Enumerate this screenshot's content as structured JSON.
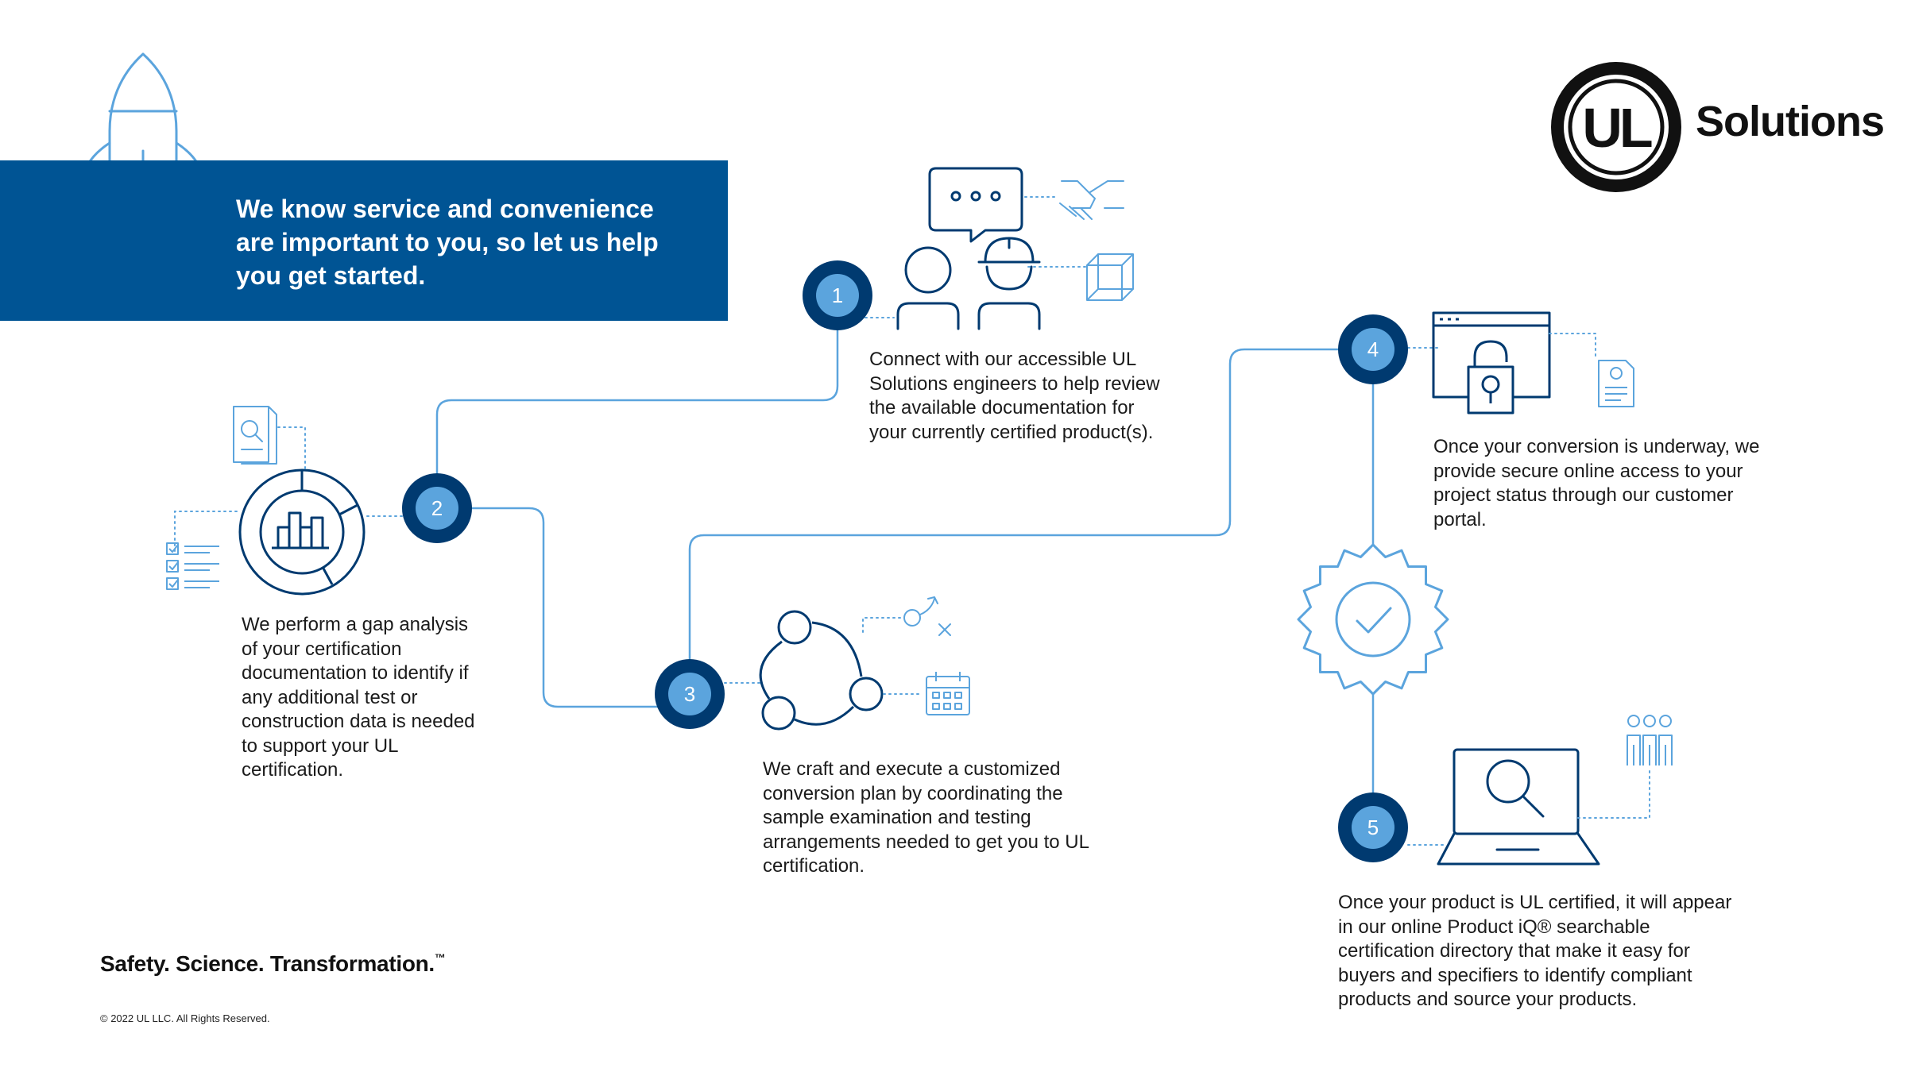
{
  "intro": {
    "text": "We know service and convenience are important to you, so let us help you get started."
  },
  "logo": {
    "mark": "UL",
    "name": "Solutions"
  },
  "steps": [
    {
      "number": "1",
      "text": "Connect with our accessible UL Solutions engineers to help review the available documentation for your currently certified product(s).",
      "icons": [
        "chat-bubble-icon",
        "handshake-icon",
        "engineers-icon",
        "cube-icon"
      ]
    },
    {
      "number": "2",
      "text": "We perform a gap analysis of your certification documentation to identify if any additional test or construction data is needed to support your UL certification.",
      "icons": [
        "document-search-icon",
        "checklist-icon",
        "analysis-chart-icon"
      ]
    },
    {
      "number": "3",
      "text": "We craft and execute a customized conversion plan by coordinating the sample examination and testing arrangements needed to get you to UL certification.",
      "icons": [
        "cycle-icon",
        "strategy-icon",
        "calendar-icon"
      ]
    },
    {
      "number": "4",
      "text": "Once your conversion is underway, we provide secure online access to your project status through our customer portal.",
      "icons": [
        "secure-browser-icon",
        "certificate-document-icon",
        "seal-check-icon"
      ]
    },
    {
      "number": "5",
      "text": "Once your product is UL certified, it will appear in our online Product iQ® searchable certification directory that make it easy for buyers and specifiers to identify compliant products and source your products.",
      "icons": [
        "laptop-search-icon",
        "people-group-icon"
      ]
    }
  ],
  "footer": {
    "tagline": "Safety. Science. Transformation.",
    "trademark": "™",
    "copyright": "© 2022 UL LLC. All Rights Reserved."
  },
  "colors": {
    "brand_blue": "#005494",
    "dark_navy": "#003a70",
    "light_blue": "#5ba4dd",
    "text": "#1b1b1b"
  },
  "decor_icon": "rocket-icon"
}
